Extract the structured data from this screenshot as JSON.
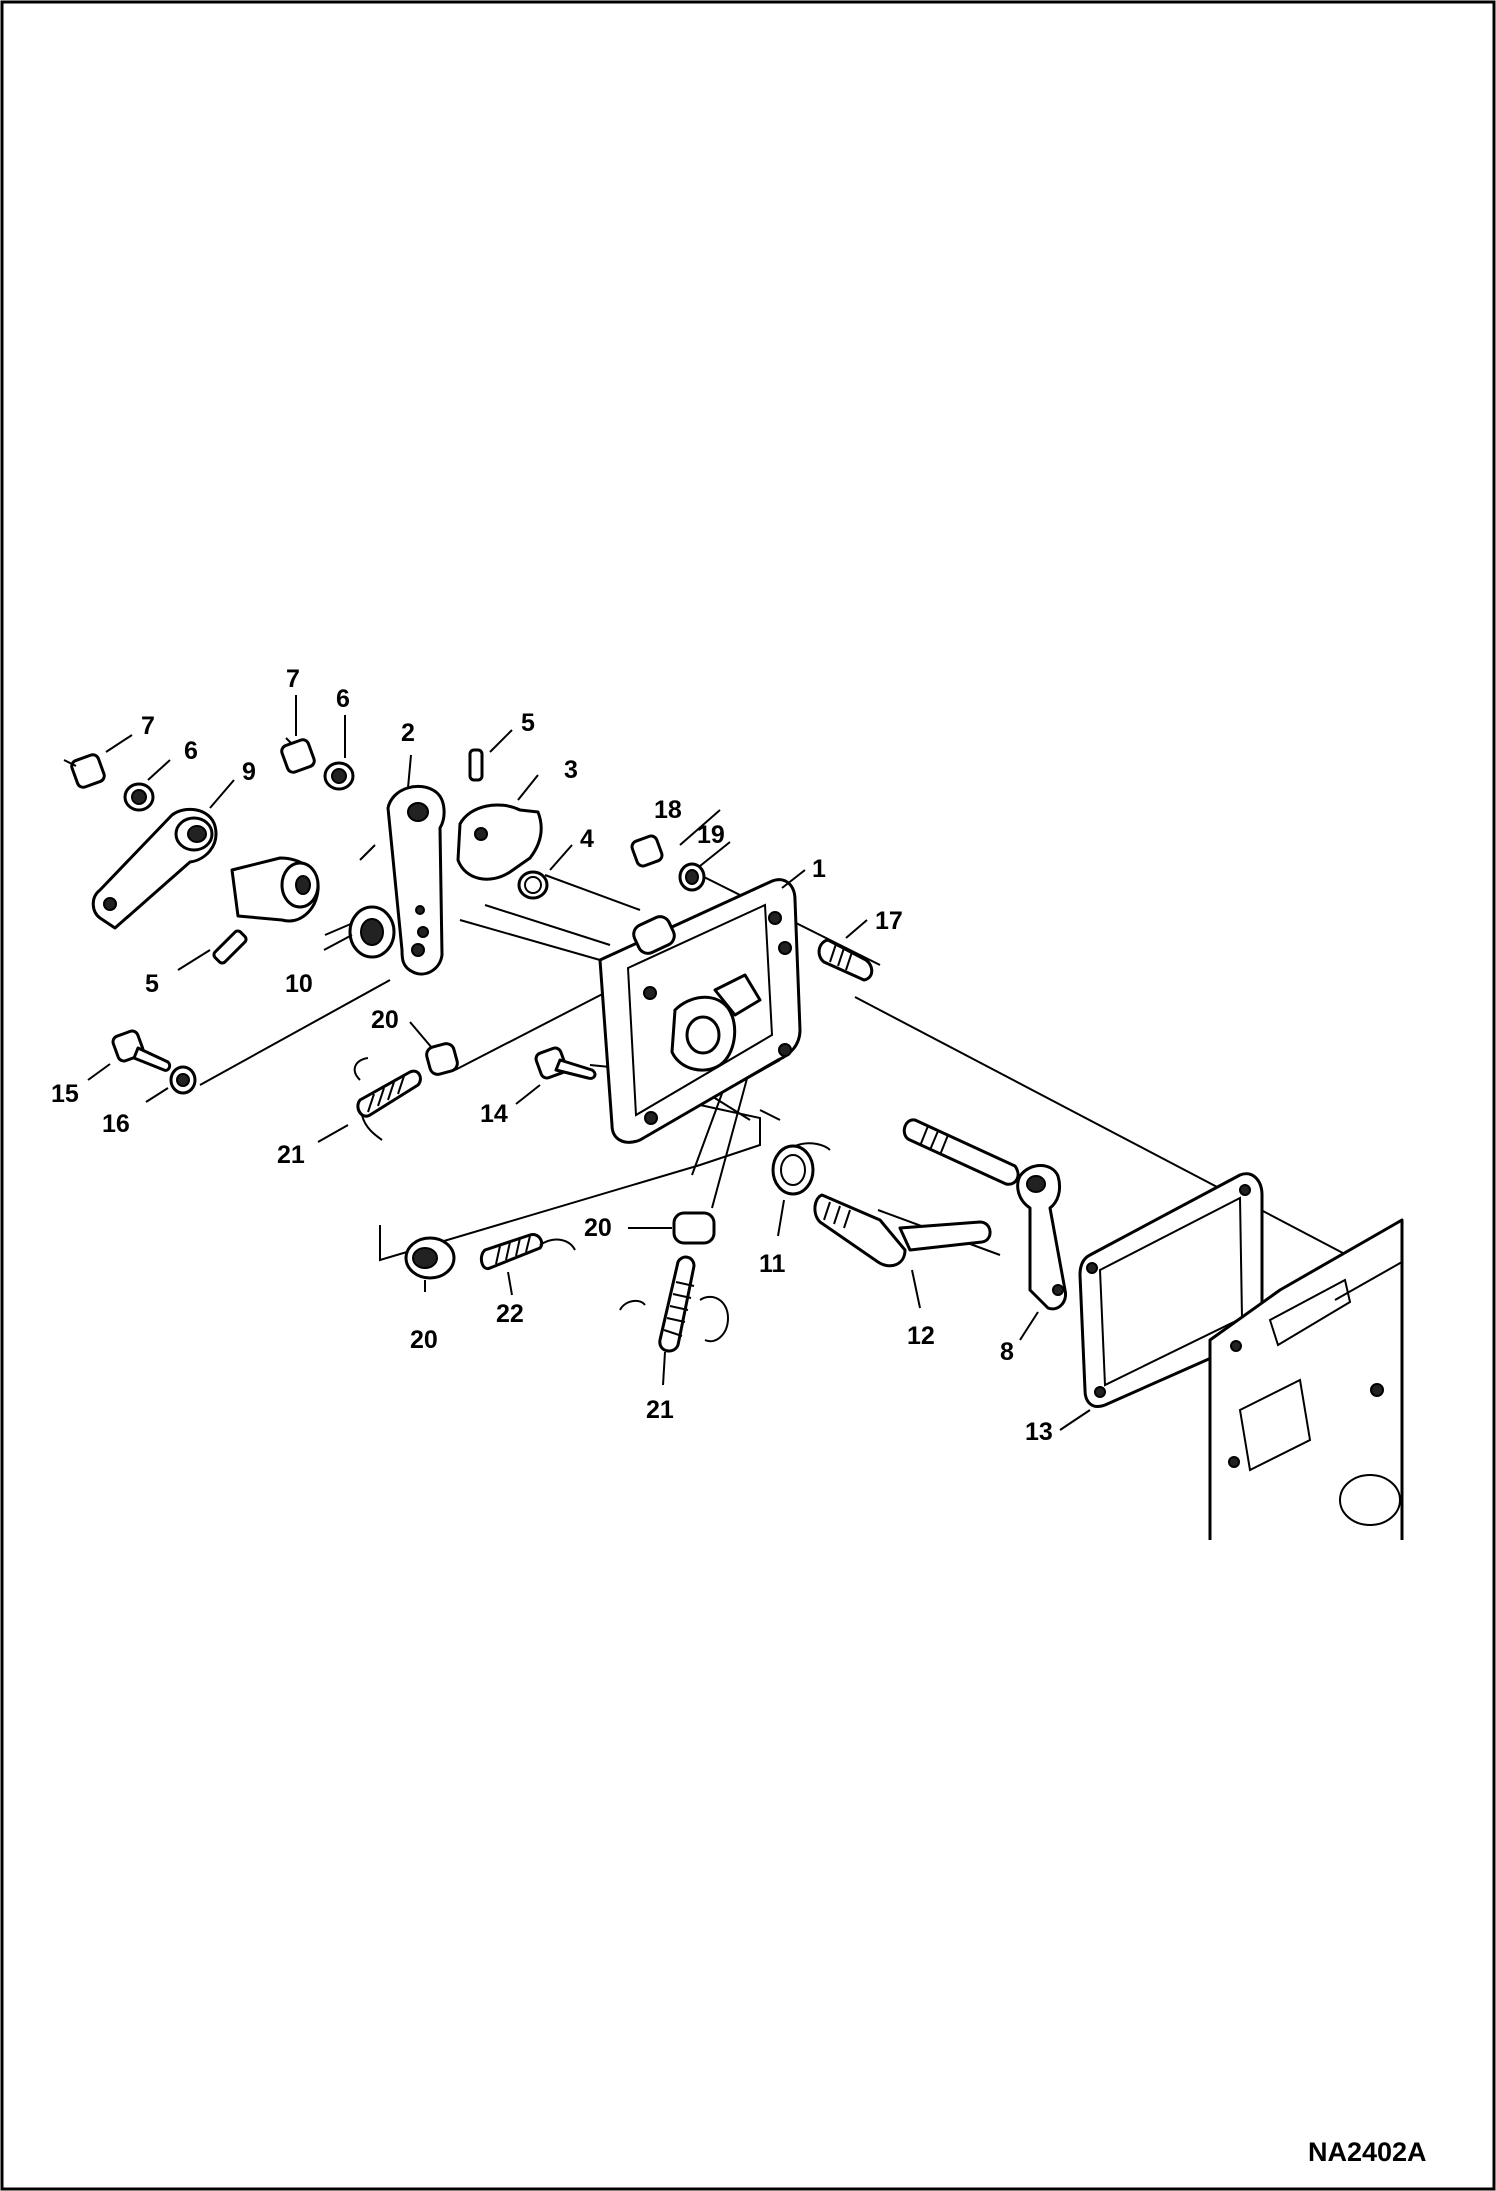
{
  "drawing_code": "NA2402A",
  "callouts": {
    "c1": "1",
    "c2": "2",
    "c3": "3",
    "c4": "4",
    "c5a": "5",
    "c5b": "5",
    "c6a": "6",
    "c6b": "6",
    "c7a": "7",
    "c7b": "7",
    "c8": "8",
    "c9": "9",
    "c10": "10",
    "c11": "11",
    "c12": "12",
    "c13": "13",
    "c14": "14",
    "c15": "15",
    "c16": "16",
    "c17": "17",
    "c18": "18",
    "c19": "19",
    "c20a": "20",
    "c20b": "20",
    "c20c": "20",
    "c21a": "21",
    "c21b": "21",
    "c22": "22"
  }
}
